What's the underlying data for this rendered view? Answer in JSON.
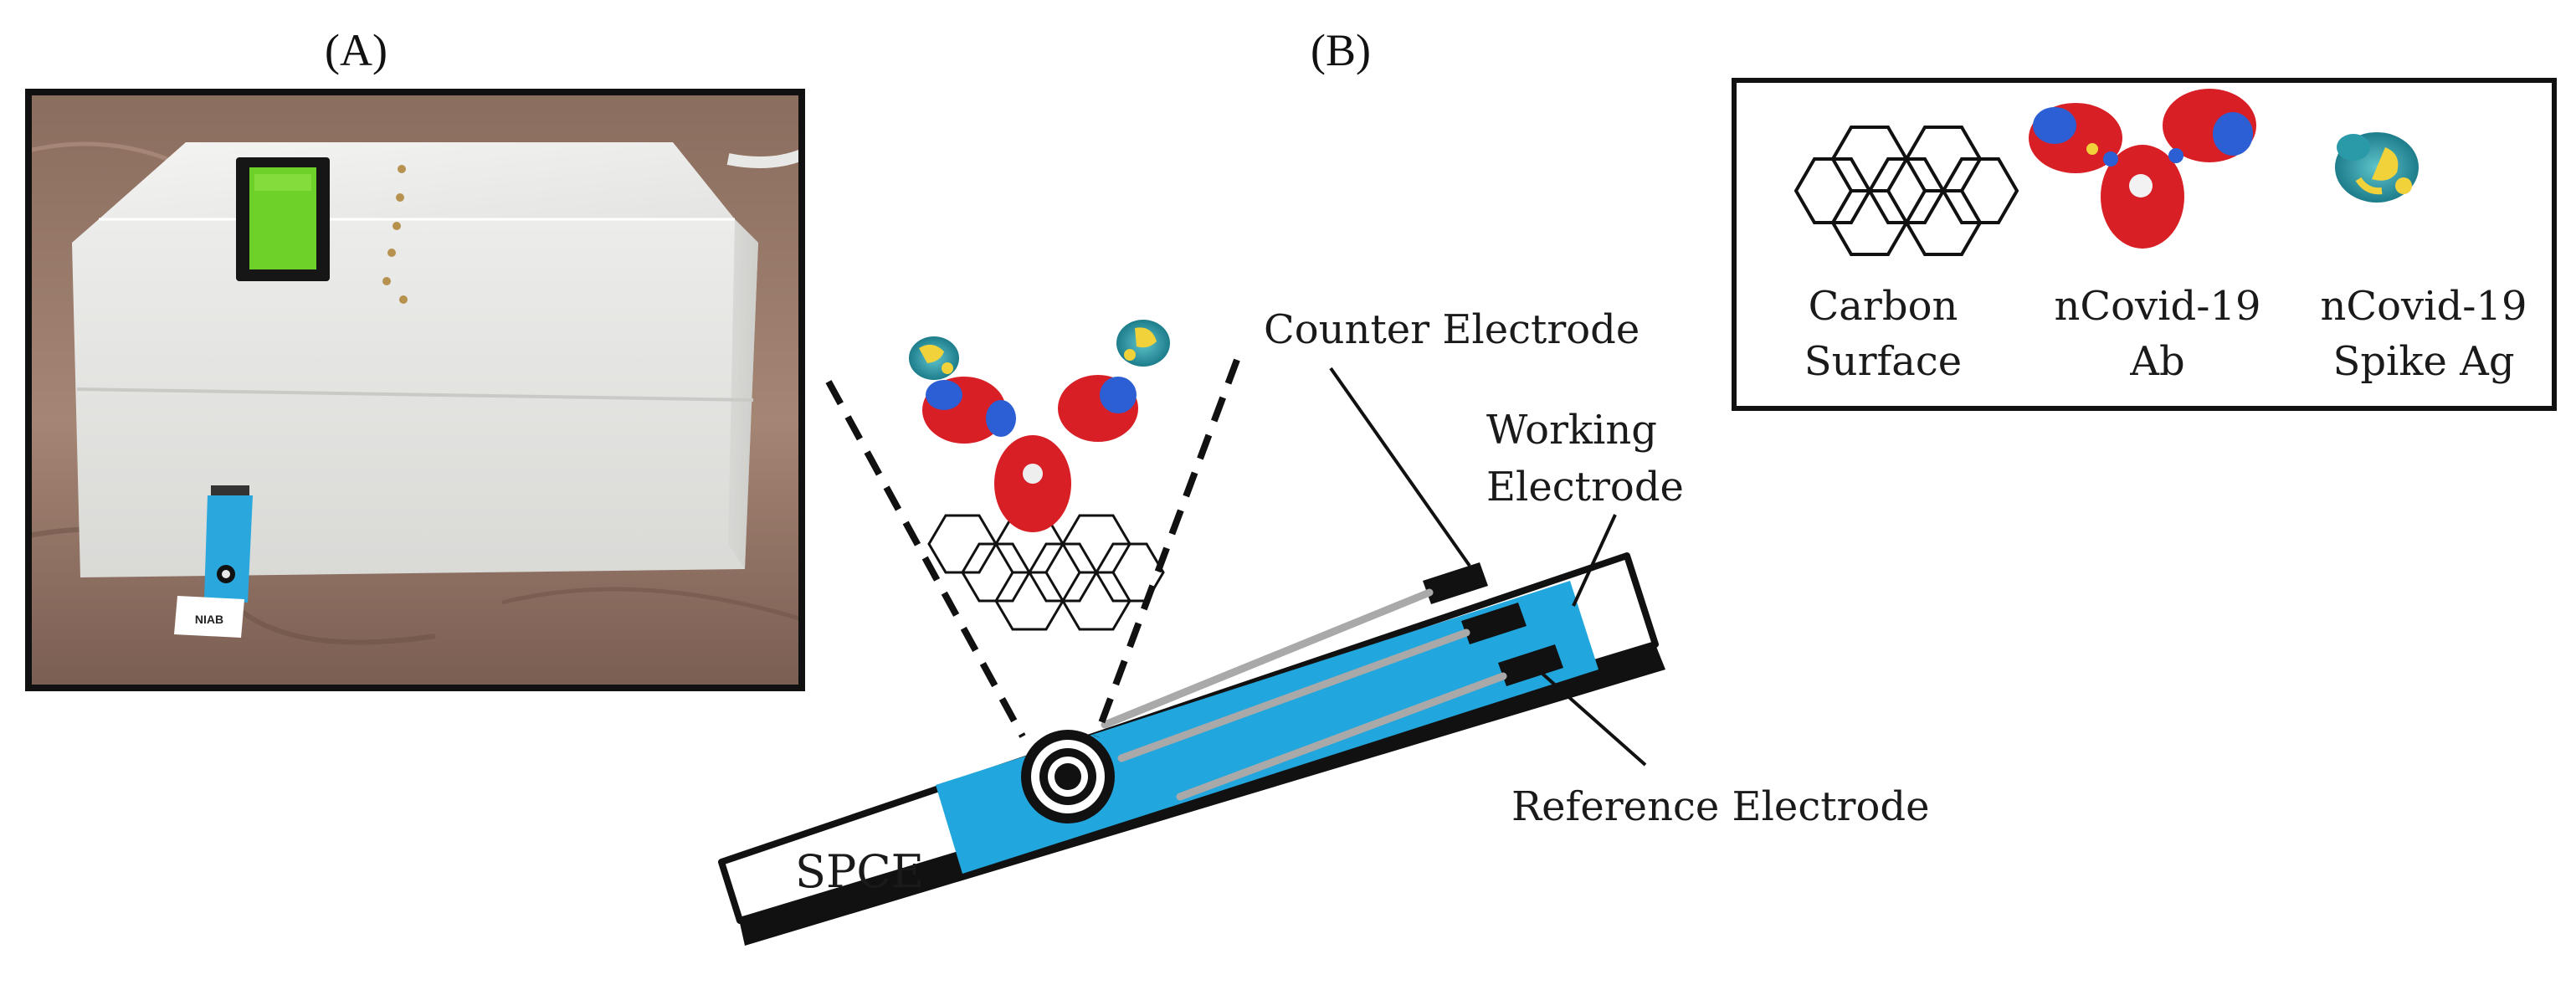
{
  "panels": {
    "a_label": "(A)",
    "b_label": "(B)"
  },
  "device": {
    "strip_text": "NIAB"
  },
  "sensor": {
    "strip_label": "SPCE",
    "counter": "Counter Electrode",
    "working_line1": "Working",
    "working_line2": "Electrode",
    "reference": "Reference Electrode"
  },
  "legend": {
    "carbon_line1": "Carbon",
    "carbon_line2": "Surface",
    "ab_line1": "nCovid-19",
    "ab_line2": "Ab",
    "ag_line1": "nCovid-19",
    "ag_line2": "Spike Ag"
  },
  "colors": {
    "strip_blue": "#21a6dd",
    "antibody_red": "#d81f26",
    "antibody_blue": "#2c5fd4",
    "antigen_teal": "#2a9aa8",
    "antigen_yellow": "#f2d23a",
    "lcd_green": "#6dd12a"
  }
}
